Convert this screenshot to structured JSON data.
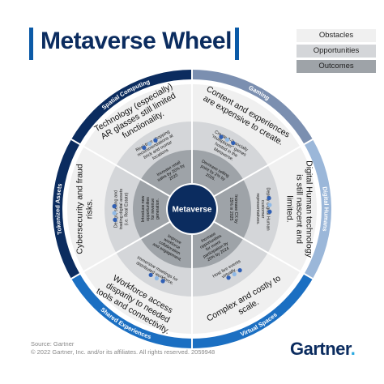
{
  "title": "Metaverse Wheel",
  "legend": [
    {
      "label": "Obstacles",
      "color": "#f0f0f0"
    },
    {
      "label": "Opportunities",
      "color": "#d4d6d9"
    },
    {
      "label": "Outcomes",
      "color": "#9ea3a8"
    }
  ],
  "center": "Metaverse",
  "colors": {
    "navy": "#0b2c5f",
    "blue": "#1b6fc2",
    "slate": "#7b8fb0",
    "lightblue": "#9bb7d9",
    "skyblue": "#26a8e0",
    "dotblue": "#2f5fb5",
    "dotlight": "#8fb9e6"
  },
  "segments": [
    {
      "name": "Gaming",
      "obstacle": "Content and experiences are expensive to create.",
      "opportunity": "Create 3-D socially \"multiplayer\" games hosted in the Metaverse.",
      "outcome": "Decrease selling point by 2% by 2026."
    },
    {
      "name": "Digital Humans",
      "obstacle": "Digital Human technology is still nascent and limited.",
      "opportunity": "Deploy Digital Human customer representatives.",
      "outcome": "Increase CX by 15% in 2025"
    },
    {
      "name": "Virtual Spaces",
      "obstacle": "Complex and costly to scale.",
      "opportunity": "Host live events virtually.",
      "outcome": "Increase opportunities for event participation by 20% by 2024"
    },
    {
      "name": "Shared Experiences",
      "obstacle": "Workforce access disparity to needed tools and connectivity.",
      "opportunity": "Immersive meetings for distributed workforce.",
      "outcome": "Improve workforce collaboration and engagement."
    },
    {
      "name": "Tokenized Assets",
      "obstacle": "Cybersecurity and fraud risks.",
      "opportunity": "Design, selling and trading digital assets (i.e. Real Estate)",
      "outcome": "Introduce new opportunities for revenue generation."
    },
    {
      "name": "Spatial Computing",
      "obstacle": "Technology (especially) AR glasses still limited functionality.",
      "opportunity": "Real-time shopping recommendations at brick and mortar locations",
      "outcome": "Increase retail sales by 20% by 2025"
    }
  ],
  "footer": {
    "source": "Source: Gartner",
    "copyright": "© 2022 Gartner, Inc. and/or its affiliates. All rights reserved. 2059948"
  },
  "brand": "Gartner"
}
